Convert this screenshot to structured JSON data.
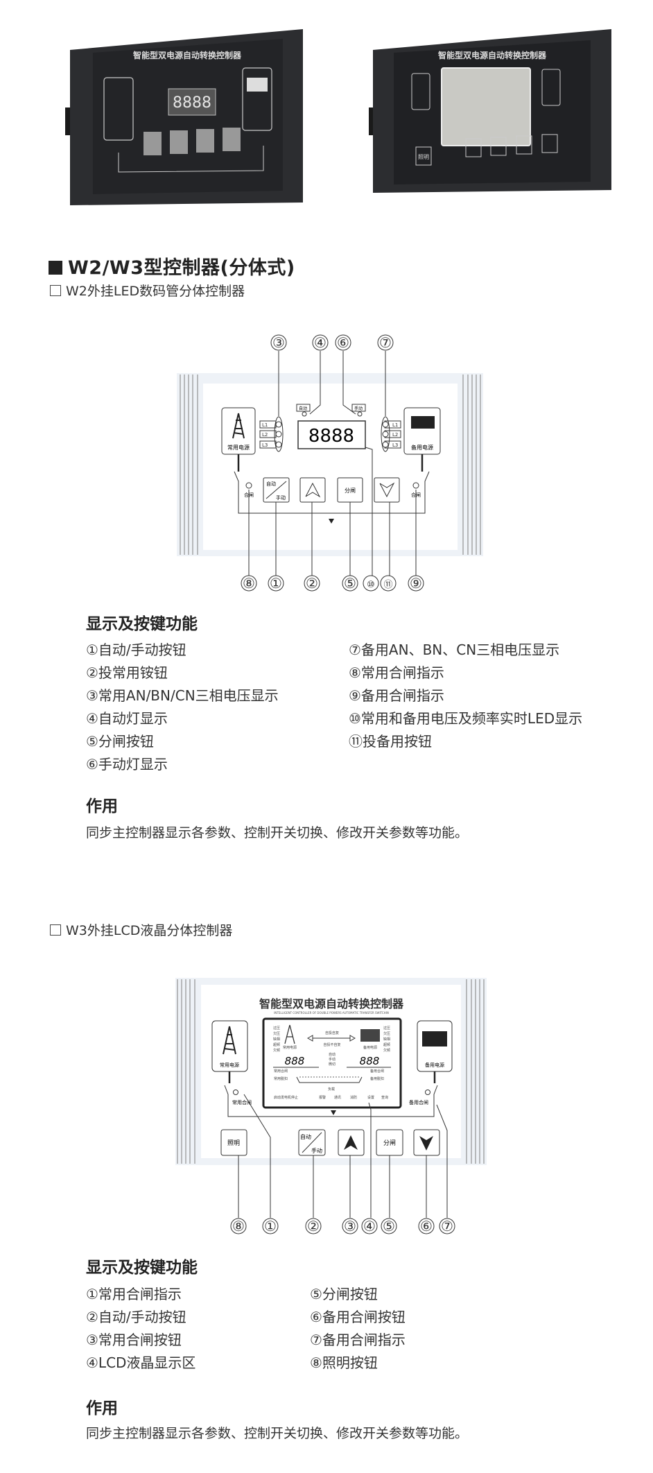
{
  "photos": {
    "left": {
      "title": "智能型双电源自动转换控制器",
      "display": "8888"
    },
    "right": {
      "title": "智能型双电源自动转换控制器",
      "light_button": "照明"
    }
  },
  "section": {
    "title": "W2/W3型控制器(分体式)"
  },
  "w2": {
    "subtitle": "W2外挂LED数码管分体控制器",
    "diagram": {
      "callouts_top": [
        "③",
        "④",
        "⑥",
        "⑦"
      ],
      "callouts_bottom": [
        "⑧",
        "①",
        "②",
        "⑤",
        "⑩",
        "⑪",
        "⑨"
      ],
      "auto_tag": "自动",
      "manual_tag": "手动",
      "phase_labels": [
        "L1",
        "L2",
        "L3"
      ],
      "led_value": "8888",
      "normal_source": "常用电源",
      "backup_source": "备用电源",
      "auto_manual_top": "自动",
      "auto_manual_bottom": "手动",
      "open_button": "分闸",
      "close_indicator_left": "合闸",
      "close_indicator_right": "合闸"
    },
    "functions_title": "显示及按键功能",
    "functions_left": [
      "①自动/手动按钮",
      "②投常用铵钮",
      "③常用AN/BN/CN三相电压显示",
      "④自动灯显示",
      "⑤分闸按钮",
      "⑥手动灯显示"
    ],
    "functions_right": [
      "⑦备用AN、BN、CN三相电压显示",
      "⑧常用合闸指示",
      "⑨备用合闸指示",
      "⑩常用和备用电压及频率实时LED显示",
      "⑪投备用按钮"
    ],
    "purpose_title": "作用",
    "purpose_text": "同步主控制器显示各参数、控制开关切换、修改开关参数等功能。"
  },
  "w3": {
    "subtitle": "W3外挂LCD液晶分体控制器",
    "diagram": {
      "title": "智能型双电源自动转换控制器",
      "title_en": "INTELLIGENT CONTROLLER OF DOUBLE POWERS AUTOMATIC TRANSFER SWITCHIN",
      "callouts_bottom": [
        "⑧",
        "①",
        "②",
        "③",
        "④",
        "⑤",
        "⑥",
        "⑦"
      ],
      "normal_source": "常用电源",
      "backup_source": "备用电源",
      "normal_close": "常用合闸",
      "backup_close": "备用合闸",
      "light_button": "照明",
      "auto_manual_top": "自动",
      "auto_manual_bottom": "手动",
      "open_button": "分闸",
      "lcd": {
        "faults": [
          "过压",
          "欠压",
          "缺相",
          "超频",
          "欠频"
        ],
        "auto_restore": "自投自复",
        "auto_no_restore": "自投不自复",
        "normal_source": "常用电源",
        "backup_source": "备用电源",
        "left_value": "888",
        "right_value": "888",
        "modes": [
          "自动",
          "手动",
          "微切"
        ],
        "normal_close": "常用合闸",
        "normal_trip": "常用脱扣",
        "backup_close": "备用合闸",
        "backup_trip": "备用脱扣",
        "load": "负载",
        "bottom_row": [
          "启动发电机停止",
          "报警",
          "通讯",
          "消防",
          "设置",
          "查询"
        ]
      }
    },
    "functions_title": "显示及按键功能",
    "functions_left": [
      "①常用合闸指示",
      "②自动/手动按钮",
      "③常用合闸按钮",
      "④LCD液晶显示区"
    ],
    "functions_right": [
      "⑤分闸按钮",
      "⑥备用合闸按钮",
      "⑦备用合闸指示",
      "⑧照明按钮"
    ],
    "purpose_title": "作用",
    "purpose_text": "同步主控制器显示各参数、控制开关切换、修改开关参数等功能。"
  }
}
